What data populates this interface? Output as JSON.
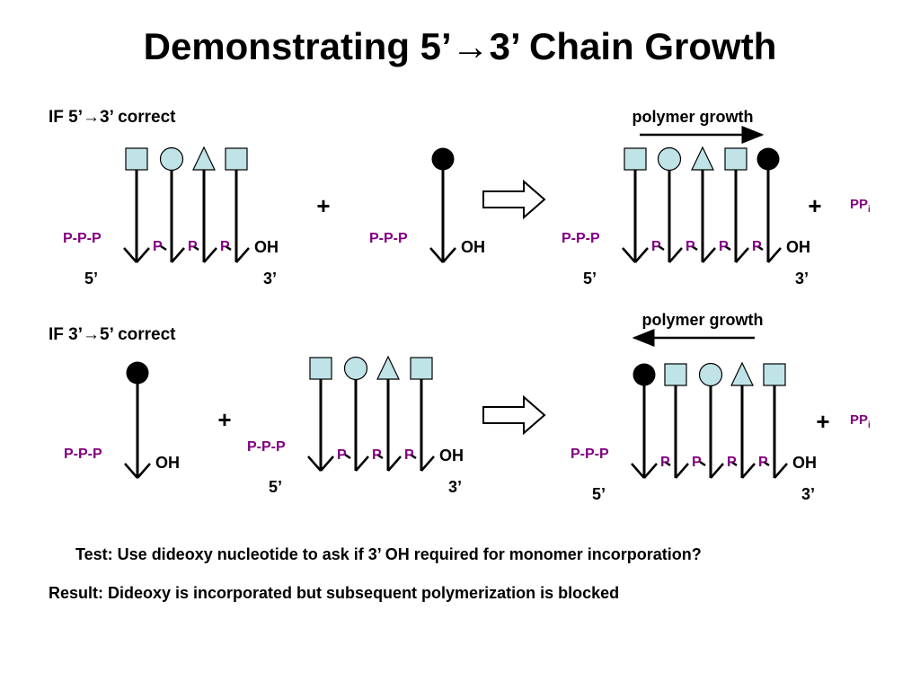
{
  "title": "Demonstrating 5’→3’ Chain Growth",
  "case1": {
    "label": "IF 5’→3’ correct",
    "growth_label": "polymer growth",
    "growth_direction": "right"
  },
  "case2": {
    "label": "IF 3’→5’ correct",
    "growth_label": "polymer growth",
    "growth_direction": "left"
  },
  "labels": {
    "ppp": "P-P-P",
    "p": "P",
    "oh": "OH",
    "five_prime": "5’",
    "three_prime": "3’",
    "plus": "+",
    "ppi": "PP",
    "ppi_sub": "i"
  },
  "colors": {
    "shape_fill": "#bfe3e6",
    "phosphate": "#800080",
    "text": "#000000"
  },
  "shape_types": [
    "square",
    "circle",
    "triangle",
    "square",
    "filled-circle"
  ],
  "test_text": "Test:  Use dideoxy nucleotide to ask if 3’ OH required for monomer incorporation?",
  "result_text": "Result:  Dideoxy is incorporated but subsequent polymerization is blocked"
}
